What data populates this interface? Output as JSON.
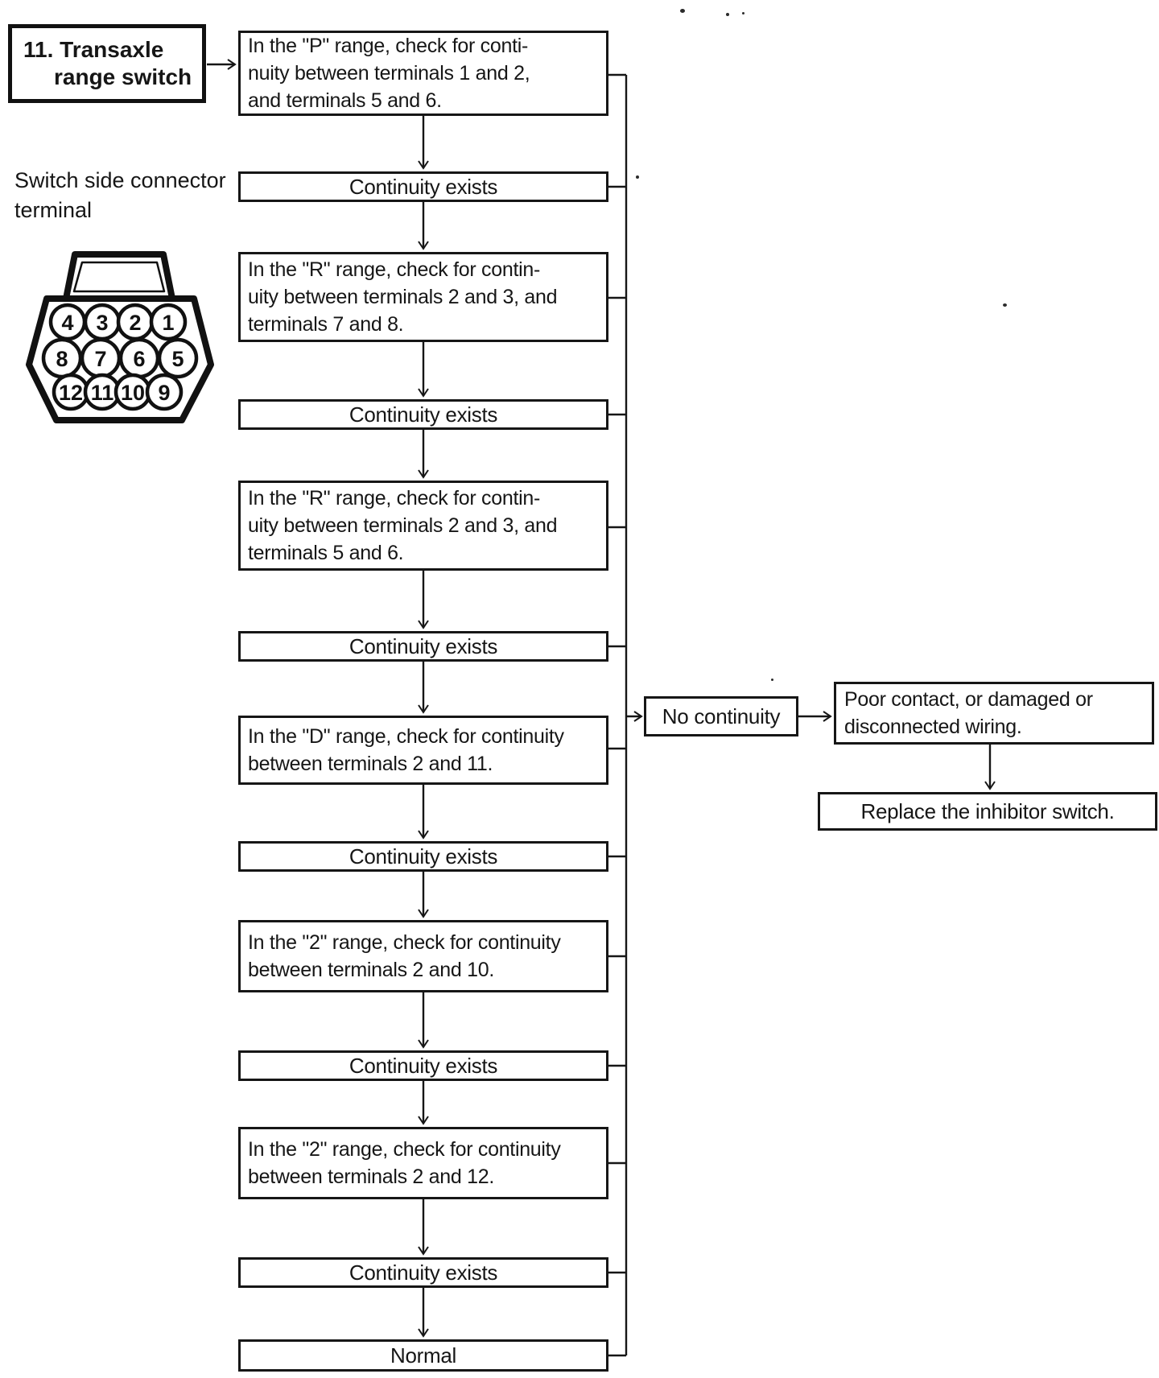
{
  "title_box": {
    "line1": "11. Transaxle",
    "line2": "range switch"
  },
  "connector_label": {
    "line1": "Switch side connector",
    "line2": "terminal"
  },
  "connector": {
    "terminals": [
      "4",
      "3",
      "2",
      "1",
      "8",
      "7",
      "6",
      "5",
      "12",
      "11",
      "10",
      "9"
    ]
  },
  "flow": {
    "steps": [
      {
        "kind": "instruction",
        "text": "In the \"P\" range, check for conti-\nnuity between terminals 1 and 2,\nand terminals 5 and 6."
      },
      {
        "kind": "result",
        "text": "Continuity exists"
      },
      {
        "kind": "instruction",
        "text": "In the \"R\" range, check for contin-\nuity between terminals 2 and 3, and\nterminals 7 and 8."
      },
      {
        "kind": "result",
        "text": "Continuity exists"
      },
      {
        "kind": "instruction",
        "text": "In the \"R\" range, check for contin-\nuity between terminals 2 and 3, and\nterminals 5 and 6."
      },
      {
        "kind": "result",
        "text": "Continuity exists"
      },
      {
        "kind": "instruction",
        "text": "In the \"D\" range, check for continuity\nbetween terminals 2 and 11."
      },
      {
        "kind": "result",
        "text": "Continuity exists"
      },
      {
        "kind": "instruction",
        "text": "In the \"2\" range, check for continuity\nbetween terminals 2 and 10."
      },
      {
        "kind": "result",
        "text": "Continuity exists"
      },
      {
        "kind": "instruction",
        "text": "In the \"2\" range, check for continuity\nbetween terminals 2 and 12."
      },
      {
        "kind": "result",
        "text": "Continuity exists"
      },
      {
        "kind": "result",
        "text": "Normal"
      }
    ]
  },
  "branch": {
    "no_continuity": "No continuity",
    "cause": "Poor contact, or damaged or\ndisconnected wiring.",
    "action": "Replace the inhibitor switch."
  }
}
